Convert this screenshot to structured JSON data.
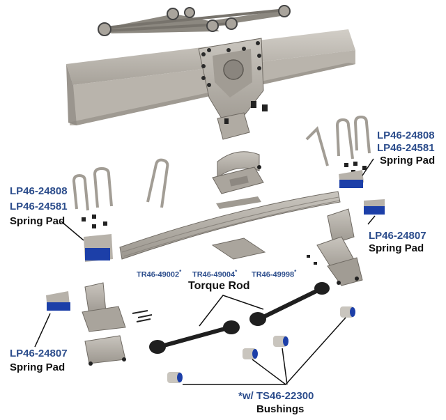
{
  "labels": {
    "right_top": {
      "pn1": "LP46-24808",
      "pn2": "LP46-24581",
      "name": "Spring Pad"
    },
    "left_top": {
      "pn1": "LP46-24808",
      "pn2": "LP46-24581",
      "name": "Spring Pad"
    },
    "right_mid": {
      "pn": "LP46-24807",
      "name": "Spring Pad"
    },
    "left_bottom": {
      "pn": "LP46-24807",
      "name": "Spring Pad"
    },
    "torque": {
      "pn1": "TR46-49002",
      "pn2": "TR46-49004",
      "pn3": "TR46-49998",
      "mark": "*",
      "name": "Torque Rod"
    },
    "bushings": {
      "pn": "*w/ TS46-22300",
      "name": "Bushings"
    }
  },
  "colors": {
    "part_number": "#2c4d8c",
    "label": "#111111",
    "steel": "#b3aea6",
    "steel_dark": "#8f8a83",
    "rod": "#1f1f1f",
    "bushing_blue": "#1c3fa8"
  }
}
